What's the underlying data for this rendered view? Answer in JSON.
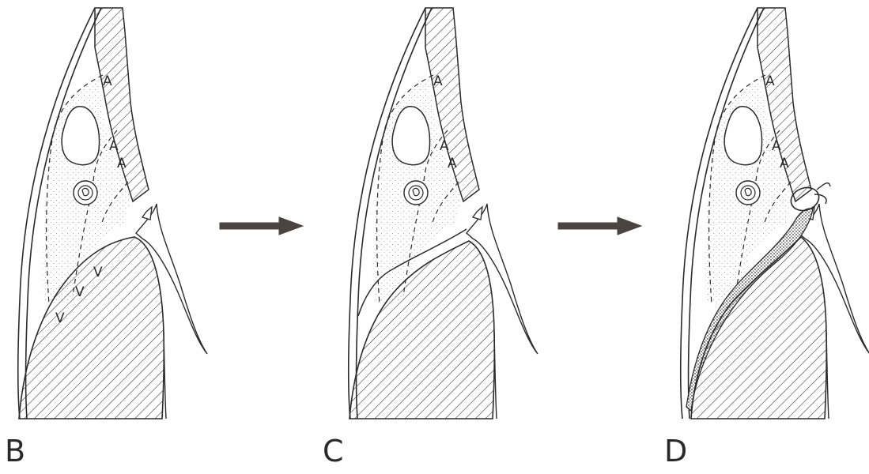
{
  "panels": [
    {
      "id": "B",
      "label": "B",
      "marks": [
        "A",
        "A",
        "A",
        "V",
        "V",
        "V"
      ]
    },
    {
      "id": "C",
      "label": "C",
      "marks": [
        "A",
        "A",
        "A"
      ]
    },
    {
      "id": "D",
      "label": "D",
      "marks": [
        "A",
        "A",
        "A"
      ]
    }
  ],
  "arrows": 2,
  "colors": {
    "line": "#2a2a2a",
    "arrow": "#4a4340",
    "stipple": "#7a7a7a",
    "background": "#ffffff"
  }
}
